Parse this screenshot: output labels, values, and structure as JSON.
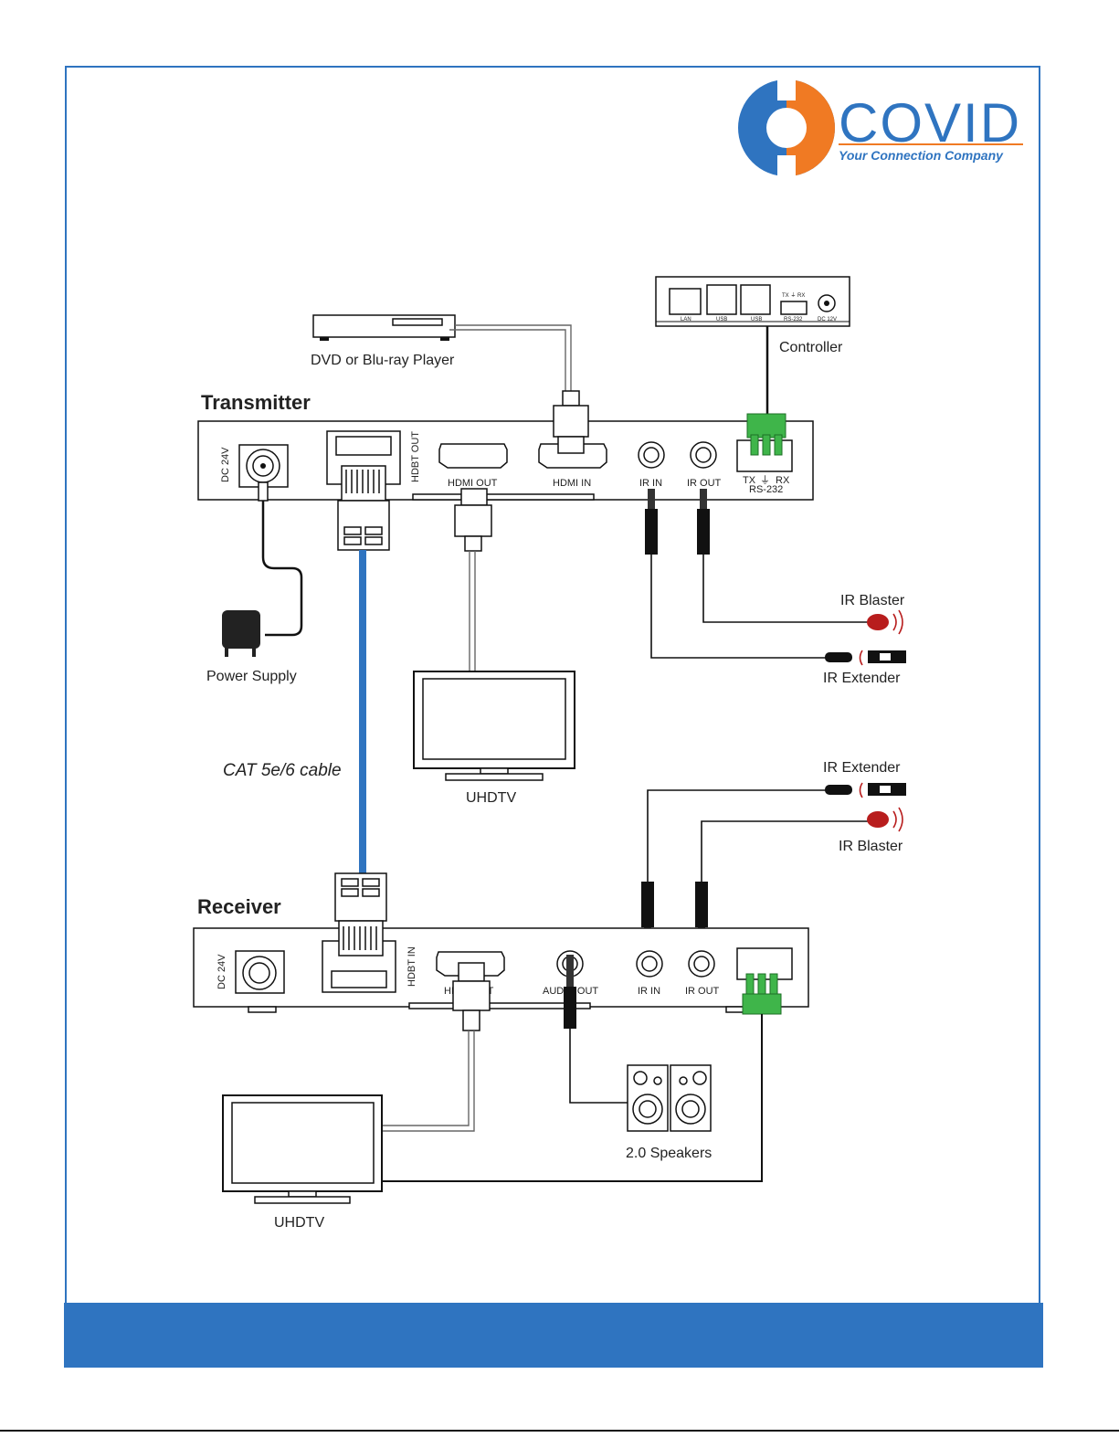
{
  "logo": {
    "brand": "COVID",
    "tagline": "Your Connection Company",
    "colors": {
      "blue": "#2f74c0",
      "orange": "#f07a23"
    }
  },
  "transmitter": {
    "title": "Transmitter",
    "ports": {
      "dc": "DC 24V",
      "hdbt": "HDBT OUT",
      "hdmi_out": "HDMI OUT",
      "hdmi_in": "HDMI IN",
      "ir_in": "IR IN",
      "ir_out": "IR OUT",
      "tx": "TX",
      "rx": "RX",
      "rs232": "RS-232"
    }
  },
  "receiver": {
    "title": "Receiver",
    "ports": {
      "dc": "DC 24V",
      "hdbt": "HDBT IN",
      "hdmi_out": "HDMI OUT",
      "audio_out": "AUDIO OUT",
      "ir_in": "IR IN",
      "ir_out": "IR OUT"
    }
  },
  "controller": {
    "label": "Controller",
    "ports": {
      "lan": "LAN",
      "usb1": "USB",
      "usb2": "USB",
      "rs232": "RS-232",
      "txrx": "TX ⏚ RX",
      "dc": "DC 12V"
    }
  },
  "devices": {
    "dvd": "DVD or Blu-ray Player",
    "power": "Power Supply",
    "tv_top": "UHDTV",
    "tv_bottom": "UHDTV",
    "speakers": "2.0 Speakers",
    "ir_blaster_top": "IR Blaster",
    "ir_extender_top": "IR Extender",
    "ir_extender_bottom": "IR Extender",
    "ir_blaster_bottom": "IR Blaster"
  },
  "cable": {
    "label": "CAT 5e/6 cable",
    "color": "#2f74c0"
  },
  "colors": {
    "terminal_green": "#3fb54a",
    "ir_red": "#b81d1d"
  }
}
